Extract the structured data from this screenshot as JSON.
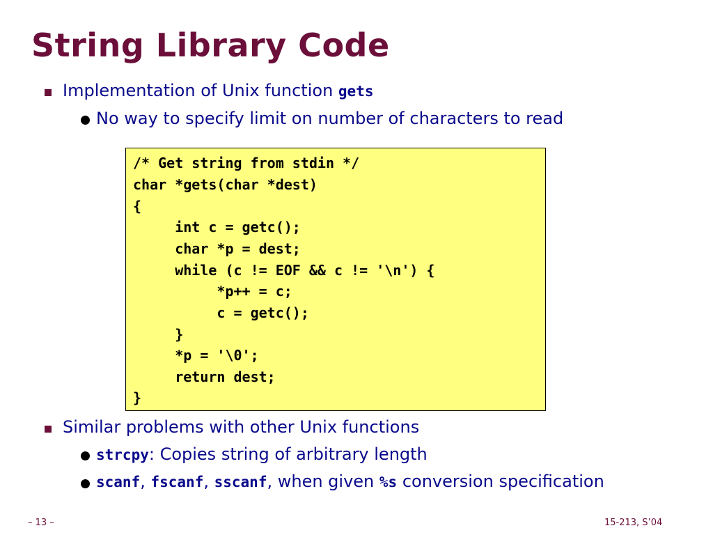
{
  "title": "String Library Code",
  "bullet1": {
    "text": "Implementation of Unix function ",
    "code": "gets",
    "sub": "No way to specify limit on number of characters to read"
  },
  "code_lines": [
    "/* Get string from stdin */",
    "char *gets(char *dest)",
    "{",
    "     int c = getc();",
    "     char *p = dest;",
    "     while (c != EOF && c != '\\n') {",
    "          *p++ = c;",
    "          c = getc();",
    "     }",
    "     *p = '\\0';",
    "     return dest;",
    "}"
  ],
  "bullet2": {
    "text": "Similar problems with other Unix functions",
    "sub1_code": "strcpy",
    "sub1_text": ": Copies string of arbitrary length",
    "sub2_code1": "scanf",
    "sub2_sep1": ", ",
    "sub2_code2": "fscanf",
    "sub2_sep2": ", ",
    "sub2_code3": "sscanf",
    "sub2_text1": ", when given ",
    "sub2_code4": "%s",
    "sub2_text2": " conversion specification"
  },
  "footer": {
    "page": "– 13 –",
    "course": "15-213, S’04"
  },
  "colors": {
    "title": "#6b0f3a",
    "body_text": "#0a0a8c",
    "code_bg": "#ffff80"
  }
}
